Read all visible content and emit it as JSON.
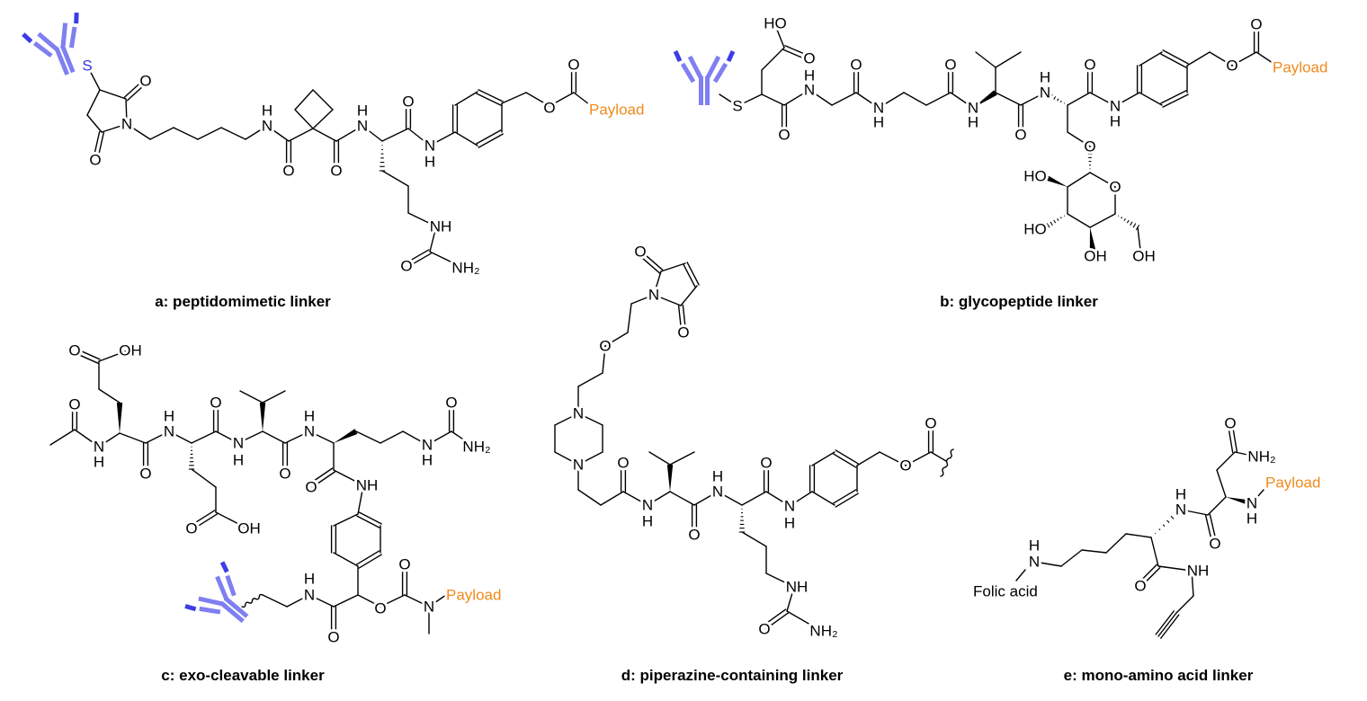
{
  "colors": {
    "payload": "#f08a1e",
    "antibody_light": "#7f7ff2",
    "antibody_dark": "#3c3ce6",
    "sulfur_a": "#3535e0"
  },
  "structures": {
    "a": {
      "caption": "a: peptidomimetic linker",
      "labels": [
        "S",
        "O",
        "N",
        "O",
        "H",
        "N",
        "O",
        "O",
        "H",
        "N",
        "O",
        "N",
        "H",
        "O",
        "O",
        "Payload",
        "NH",
        "O",
        "NH₂"
      ]
    },
    "b": {
      "caption": "b: glycopeptide linker",
      "labels": [
        "S",
        "HO",
        "O",
        "O",
        "H",
        "N",
        "O",
        "N",
        "H",
        "O",
        "N",
        "H",
        "O",
        "H",
        "N",
        "O",
        "N",
        "H",
        "O",
        "O",
        "Payload",
        "O",
        "O",
        "HO",
        "HO",
        "OH",
        "OH"
      ]
    },
    "c": {
      "caption": "c: exo-cleavable linker",
      "labels": [
        "O",
        "N",
        "H",
        "O",
        "OH",
        "O",
        "H",
        "N",
        "O",
        "OH",
        "O",
        "N",
        "H",
        "O",
        "H",
        "N",
        "N",
        "H",
        "O",
        "NH₂",
        "O",
        "NH",
        "O",
        "O",
        "N",
        "Payload",
        "O",
        "H",
        "N"
      ]
    },
    "d": {
      "caption": "d: piperazine-containing linker",
      "labels": [
        "O",
        "N",
        "O",
        "O",
        "N",
        "N",
        "O",
        "N",
        "H",
        "O",
        "H",
        "N",
        "O",
        "N",
        "H",
        "NH",
        "O",
        "NH₂",
        "O",
        "O"
      ]
    },
    "e": {
      "caption": "e: mono-amino acid linker",
      "labels": [
        "H",
        "N",
        "Folic acid",
        "H",
        "N",
        "O",
        "NH",
        "O",
        "N",
        "H",
        "Payload",
        "O",
        "NH₂"
      ]
    }
  }
}
